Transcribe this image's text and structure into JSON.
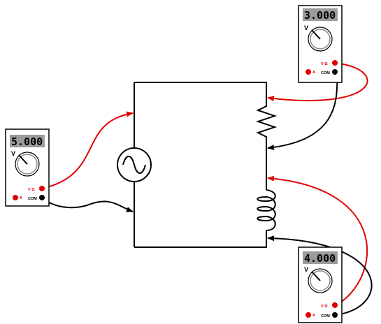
{
  "meters": [
    {
      "id": "source",
      "reading": "5.000",
      "v_label": "V Ω",
      "a_label": "A",
      "com_label": "COM"
    },
    {
      "id": "resistor",
      "reading": "3.000",
      "v_label": "V Ω",
      "a_label": "A",
      "com_label": "COM"
    },
    {
      "id": "inductor",
      "reading": "4.000",
      "v_label": "V Ω",
      "a_label": "A",
      "com_label": "COM"
    }
  ],
  "colors": {
    "circuit": "#000000",
    "red_lead": "#e00000",
    "black_lead": "#000000",
    "lcd_bg": "#9c9c9c",
    "lcd_text": "#000000",
    "meter_body": "#ffffff"
  },
  "icons": {
    "source": "ac-sine-source-icon",
    "resistor": "resistor-zigzag-icon",
    "inductor": "inductor-coil-icon"
  }
}
